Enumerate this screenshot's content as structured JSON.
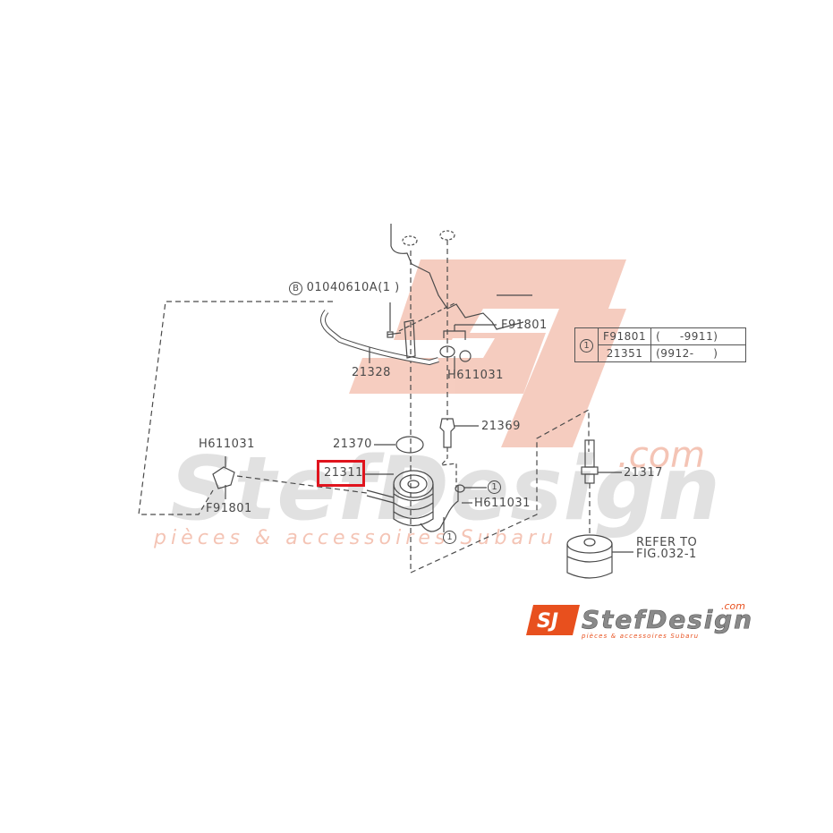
{
  "diagram": {
    "title": "Oil cooler parts diagram",
    "highlighted_part": "21311",
    "colors": {
      "line": "#4a4a4a",
      "highlight": "#e0141e",
      "watermark_red": "#f2b8a8",
      "watermark_gray": "#d9d9d9",
      "logo_orange": "#e8501e"
    },
    "labels": {
      "bolt": {
        "circle": "B",
        "text": "01040610A(1  )"
      },
      "hose_upper": "21328",
      "clamp_upper": "F91801",
      "hose_upper_fitting": "H611031",
      "drain_plug": "21369",
      "o_ring": "21370",
      "oil_cooler": "21311",
      "connector_right": "21317",
      "left_hose": "H611031",
      "left_clamp": "F91801",
      "right_hose": "H611031",
      "ref_circle_a": "1",
      "ref_circle_b": "1",
      "refer_line1": "REFER TO",
      "refer_line2": "FIG.032-1"
    },
    "ref_table": {
      "marker": "1",
      "rows": [
        {
          "part": "F91801",
          "range": "(     -9911)"
        },
        {
          "part": "21351",
          "range": "(9912-     )"
        }
      ]
    },
    "watermark": {
      "brand": "StefDesign",
      "domain": ".com",
      "tagline": "pièces & accessoires Subaru"
    },
    "logo": {
      "mark": "SJ",
      "brand": "StefDesign",
      "domain": ".com",
      "tagline": "pièces & accessoires Subaru"
    }
  }
}
